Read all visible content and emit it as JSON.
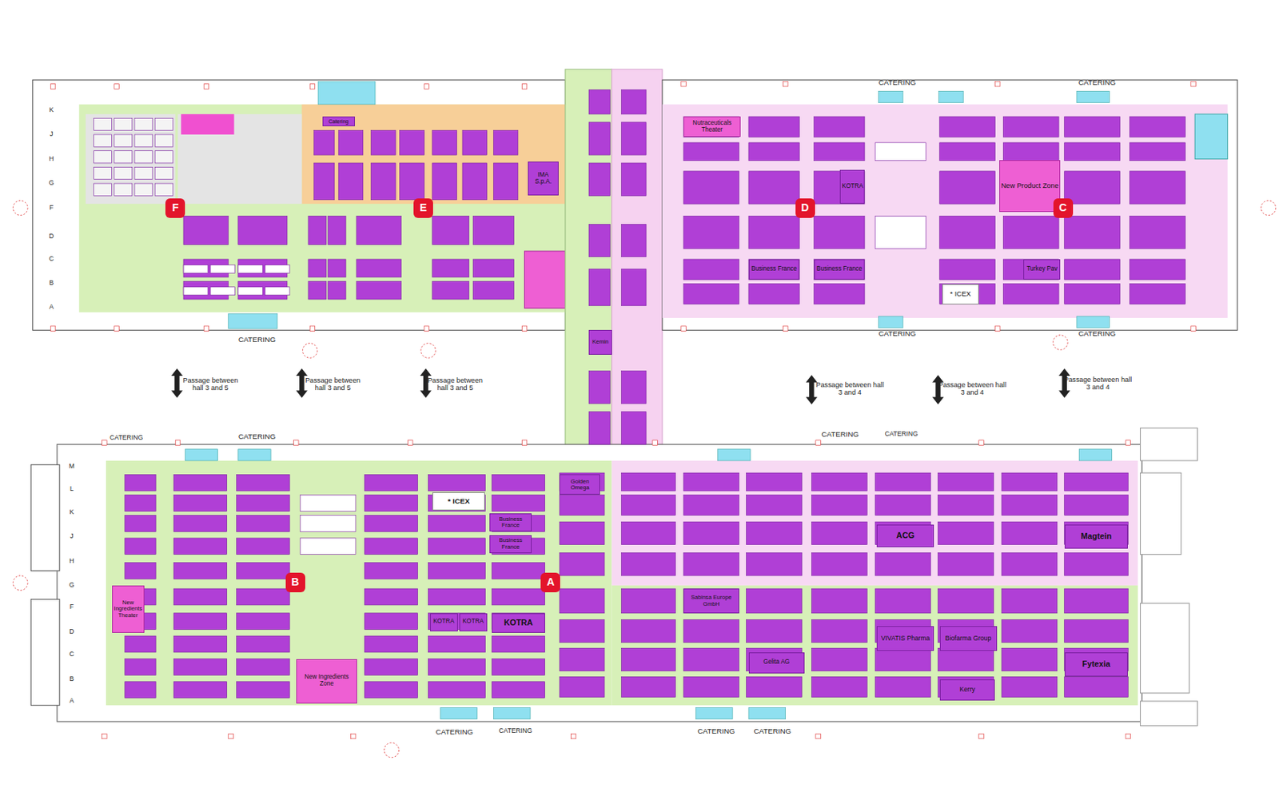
{
  "diagram": {
    "nodes": [
      {
        "text": [
          "Catering"
        ]
      },
      {
        "text": [
          "IMA S.p.A."
        ]
      },
      {
        "text": [
          "Nutraceuticals Theater"
        ]
      },
      {
        "text": [
          "New Product Zone"
        ]
      },
      {
        "text": [
          "F"
        ]
      },
      {
        "text": [
          "E"
        ]
      },
      {
        "text": [
          "D"
        ]
      },
      {
        "text": [
          "C"
        ]
      },
      {
        "text": [
          "KOTRA"
        ]
      },
      {
        "text": [
          "Business France"
        ]
      },
      {
        "text": [
          "Business France"
        ]
      },
      {
        "text": [
          "Turkey Pav"
        ]
      },
      {
        "text": [
          "* ICEX"
        ]
      },
      {
        "text": [
          "Kemin"
        ]
      },
      {
        "text": [
          "Golden Omega"
        ]
      },
      {
        "text": [
          "* ICEX"
        ]
      },
      {
        "text": [
          "Business France"
        ]
      },
      {
        "text": [
          "Business France"
        ]
      },
      {
        "text": [
          "ACG"
        ]
      },
      {
        "text": [
          "Magtein"
        ]
      },
      {
        "text": [
          "B"
        ]
      },
      {
        "text": [
          "A"
        ]
      },
      {
        "text": [
          "New Ingredients Theater"
        ]
      },
      {
        "text": [
          "Sabinsa Europe GmbH"
        ]
      },
      {
        "text": [
          "KOTRA"
        ]
      },
      {
        "text": [
          "KOTRA"
        ]
      },
      {
        "text": [
          "KOTRA"
        ]
      },
      {
        "text": [
          "VIVATIS Pharma"
        ]
      },
      {
        "text": [
          "Biofarma Group"
        ]
      },
      {
        "text": [
          "Gelita AG"
        ]
      },
      {
        "text": [
          "Fytexia"
        ]
      },
      {
        "text": [
          "New Ingredients Zone"
        ]
      },
      {
        "text": [
          "Kerry"
        ]
      }
    ],
    "labels": [
      "CATERING",
      "CATERING",
      "CATERING",
      "CATERING",
      "CATERING",
      "CATERING",
      "CATERING",
      "CATERING",
      "CATERING",
      "CATERING",
      "CATERING",
      "CATERING",
      "CATERING",
      "Passage between hall 3 and 5",
      "Passage between hall 3 and 5",
      "Passage between hall 3 and 5",
      "Passage between hall 3 and 4",
      "Passage between hall 3 and 4",
      "Passage between hall 3 and 4",
      "K",
      "J",
      "H",
      "G",
      "F",
      "D",
      "C",
      "B",
      "A",
      "M",
      "L",
      "K",
      "J",
      "H",
      "G",
      "F",
      "D",
      "C",
      "B",
      "A"
    ]
  }
}
